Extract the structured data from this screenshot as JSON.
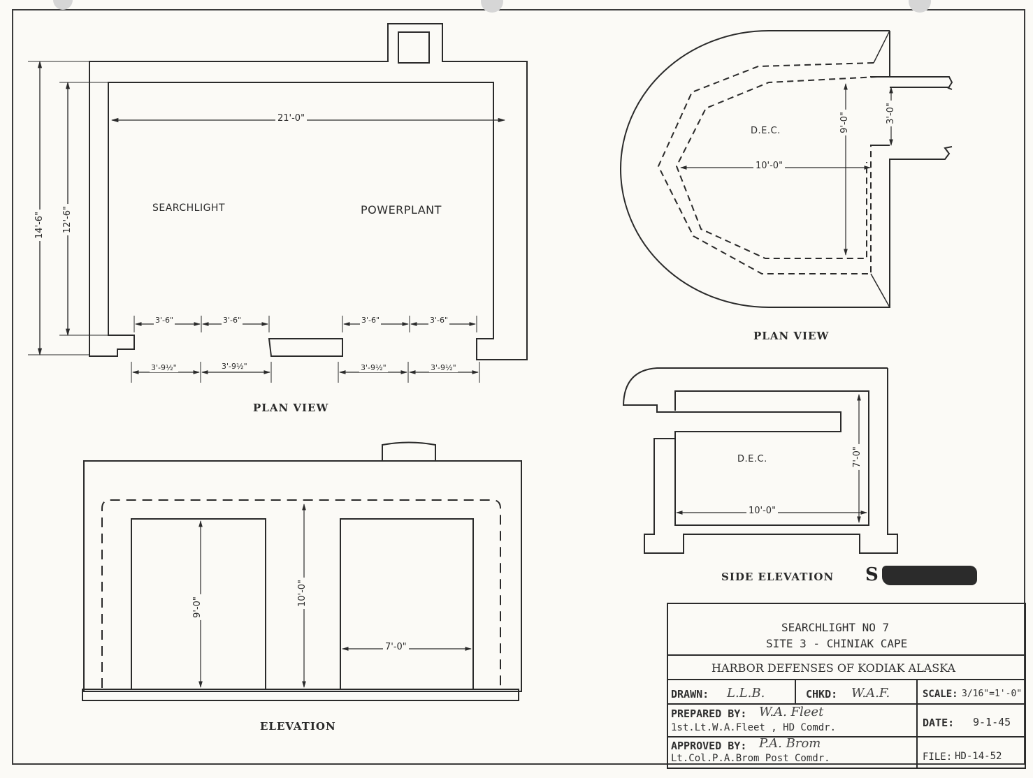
{
  "plan_view_left": {
    "title": "PLAN VIEW",
    "room_left": "SEARCHLIGHT",
    "room_right": "POWERPLANT",
    "dim_width": "21'-0\"",
    "dim_outer_height": "14'-6\"",
    "dim_inner_height": "12'-6\"",
    "dims_inner": [
      "3'-6\"",
      "3'-6\"",
      "3'-6\"",
      "3'-6\""
    ],
    "dims_outer": [
      "3'-9½\"",
      "3'-9½\"",
      "3'-9½\"",
      "3'-9½\""
    ]
  },
  "plan_view_right": {
    "title": "PLAN VIEW",
    "room": "D.E.C.",
    "dim_length": "10'-0\"",
    "dim_width": "9'-0\"",
    "dim_entry": "3'-0\""
  },
  "side_elevation": {
    "title": "SIDE ELEVATION",
    "room": "D.E.C.",
    "dim_length": "10'-0\"",
    "dim_height": "7'-0\""
  },
  "elevation": {
    "title": "ELEVATION",
    "dim_door_height": "9'-0\"",
    "dim_total_height": "10'-0\"",
    "dim_door_width": "7'-0\""
  },
  "stamp": {
    "text": "S"
  },
  "title_block": {
    "project_line1": "SEARCHLIGHT NO 7",
    "project_line2": "SITE 3 - CHINIAK CAPE",
    "agency": "HARBOR DEFENSES OF KODIAK ALASKA",
    "drawn_label": "DRAWN:",
    "drawn_value": "L.L.B.",
    "checked_label": "CHKD:",
    "checked_value": "W.A.F.",
    "scale_label": "SCALE:",
    "scale_value": "3/16\"=1'-0\"",
    "prepared_label": "PREPARED BY:",
    "prepared_signature": "W.A. Fleet",
    "prepared_name": "1st.Lt.W.A.Fleet , HD Comdr.",
    "date_label": "DATE:",
    "date_value": "9-1-45",
    "approved_label": "APPROVED BY:",
    "approved_signature": "P.A. Brom",
    "approved_name": "Lt.Col.P.A.Brom  Post Comdr.",
    "file_label": "FILE:",
    "file_value": "HD-14-52"
  }
}
